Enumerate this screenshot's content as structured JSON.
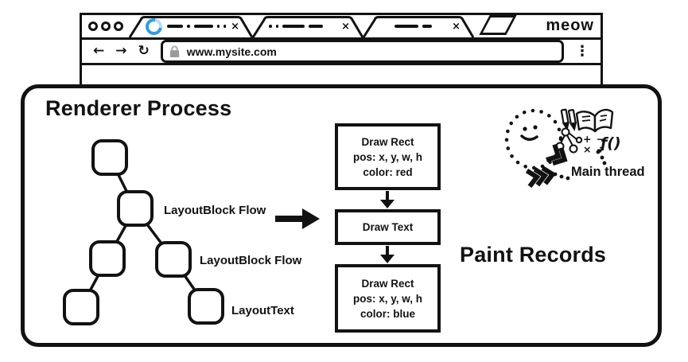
{
  "browser": {
    "signature": "meow",
    "address": {
      "url": "www.mysite.com"
    },
    "nav_icons": {
      "back": "←",
      "forward": "→",
      "reload": "↻",
      "menu": "⋮"
    },
    "tabs": [
      {
        "close": "×",
        "loading": true
      },
      {
        "close": "×"
      },
      {
        "close": "×"
      }
    ]
  },
  "renderer": {
    "title": "Renderer Process",
    "layout_tree_labels": [
      "LayoutBlock Flow",
      "LayoutBlock Flow",
      "LayoutText"
    ],
    "paint_records": {
      "title": "Paint Records",
      "boxes": [
        {
          "line1": "Draw Rect",
          "line2": "pos: x, y, w, h",
          "line3": "color: red"
        },
        {
          "line1": "Draw Text"
        },
        {
          "line1": "Draw Rect",
          "line2": "pos: x, y, w, h",
          "line3": "color: blue"
        }
      ]
    },
    "main_thread_label": "Main thread",
    "main_thread_symbols": {
      "function": "ƒ()",
      "math_row1": "+ −",
      "math_row2": "× ÷"
    }
  },
  "colors": {
    "ink": "#121212",
    "spinner_blue": "#2e9de6",
    "spinner_light": "#b5ddf8",
    "lock_gray": "#9b9b9b"
  }
}
